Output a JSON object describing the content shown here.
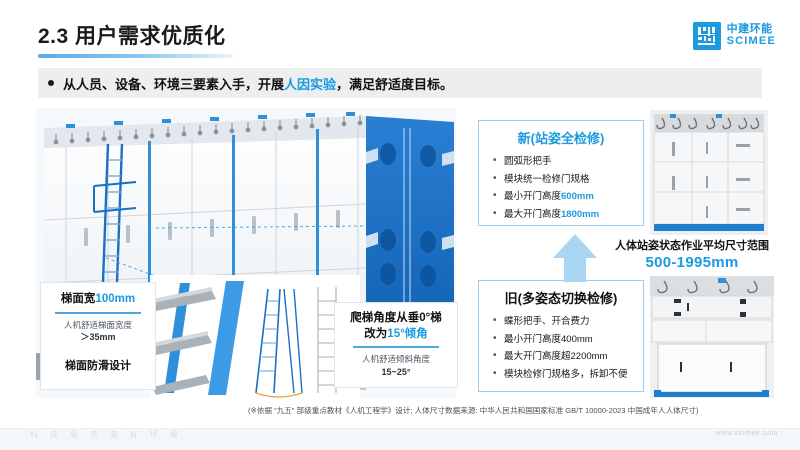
{
  "header": {
    "title": "2.3 用户需求优质化",
    "logo": {
      "icon": "scimee-logo-icon",
      "cn": "中建环能",
      "en": "SCIMEE"
    }
  },
  "bullet": {
    "dot": "bullet-dot-icon",
    "pre": "从人员、设备、环境三要素入手，开展",
    "highlight": "人因实验",
    "post": "，满足舒适度目标。"
  },
  "main_image": {
    "alt_name": "equipment-cabinet-3d-render"
  },
  "cards": {
    "stair_width": {
      "heading_plain": "梯面宽",
      "heading_highlight": "100mm",
      "sub_line1": "人机舒适梯面宽度",
      "sub_line2": "＞35mm",
      "footer": "梯面防滑设计"
    },
    "ladder_angle": {
      "line1_plain": "爬梯角度从垂0°梯",
      "line2_plain": "改为",
      "line2_highlight": "15°倾角",
      "sub_line1": "人机舒适倾斜角度",
      "sub_line2": "15~25°"
    }
  },
  "infoboxes": {
    "new": {
      "title": "新(站姿全检修)",
      "items": [
        {
          "plain": "圆弧形把手",
          "highlight": ""
        },
        {
          "plain": "模块统一检修门规格",
          "highlight": ""
        },
        {
          "plain": "最小开门高度",
          "highlight": "600mm"
        },
        {
          "plain": "最大开门高度",
          "highlight": "1800mm"
        }
      ]
    },
    "old": {
      "title": "旧(多姿态切换检修)",
      "items": [
        {
          "plain": "蝶形把手、开合费力",
          "highlight": ""
        },
        {
          "plain": "最小开门高度400mm",
          "highlight": ""
        },
        {
          "plain": "最大开门高度超2200mm",
          "highlight": ""
        },
        {
          "plain": "模块检修门规格多，拆卸不便",
          "highlight": ""
        }
      ]
    }
  },
  "range": {
    "arrow_icon": "up-arrow-icon",
    "caption": "人体站姿状态作业平均尺寸范围",
    "value": "500-1995mm"
  },
  "photos": {
    "top": {
      "name": "new-cabinet-photo"
    },
    "bottom": {
      "name": "old-cabinet-photo"
    }
  },
  "footnote": "(※依据 “九五” 部级重点教材《人机工程学》设计; 人体尺寸数据来源: 中华人民共和国国家标准 GB/T 10000-2023 中国成年人人体尺寸)",
  "footer": {
    "slogan": "科技服务美好环境",
    "site": "www.scimee.com"
  },
  "colors": {
    "accent": "#1b9ae0",
    "accent_dark": "#1667b8",
    "text": "#111111",
    "bar_bg": "#eceef0",
    "box_border": "#9dcdf0"
  }
}
